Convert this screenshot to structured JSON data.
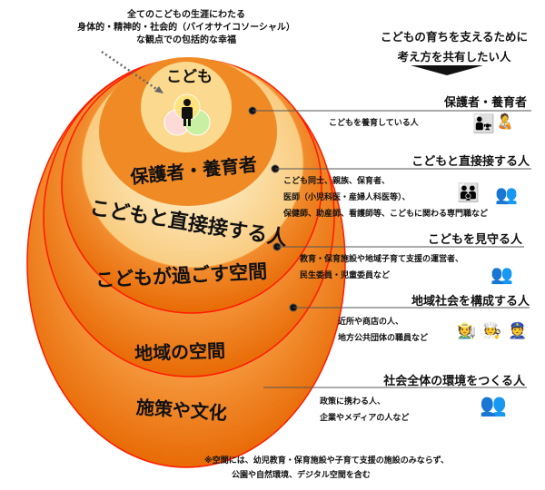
{
  "top_note": [
    "全てのこどもの生涯にわたる",
    "身体的・精神的・社会的（バイオサイコソーシャル）",
    "な観点での包括的な幸福"
  ],
  "audience": [
    "こどもの育ちを支えるために",
    "考え方を共有したい人"
  ],
  "rings": {
    "child": "こども",
    "r1": "保護者・養育者",
    "r2": "こどもと直接接する人",
    "r3": "こどもが過ごす空間",
    "r4": "地域の空間",
    "r5": "施策や文化"
  },
  "groups": [
    {
      "title": "保護者・養育者",
      "desc": [
        "こどもを養育している人"
      ],
      "icons": [
        "parent-child-icon",
        "caregiver-icon"
      ]
    },
    {
      "title": "こどもと直接接する人",
      "desc": [
        "こども同士、親族、保育者、",
        "医師（小児科医・産婦人科医等）、",
        "保健師、助産師、看護師等、こどもに関わる専門職など"
      ],
      "icons": [
        "family-group-icon",
        "people-group-icon"
      ]
    },
    {
      "title": "こどもを見守る人",
      "desc": [
        "教育・保育施設や地域子育て支援の運営者、",
        "民生委員・児童委員など"
      ],
      "icons": [
        "people-group-icon"
      ]
    },
    {
      "title": "地域社会を構成する人",
      "desc": [
        "近所や商店の人、",
        "地方公共団体の職員など"
      ],
      "icons": [
        "shopkeeper-icon",
        "clerk-icon",
        "officer-icon"
      ]
    },
    {
      "title": "社会全体の環境をつくる人",
      "desc": [
        "政策に携わる人、",
        "企業やメディアの人など"
      ],
      "icons": [
        "people-group-icon"
      ]
    }
  ],
  "footnote": [
    "※空間には、幼児教育・保育施設や子育て支援の施設のみならず、",
    "公園や自然環境、デジタル空間を含む"
  ],
  "colors": {
    "orange": "#f07a10",
    "light": "#fde3a8",
    "edge": "#ff1a00"
  }
}
